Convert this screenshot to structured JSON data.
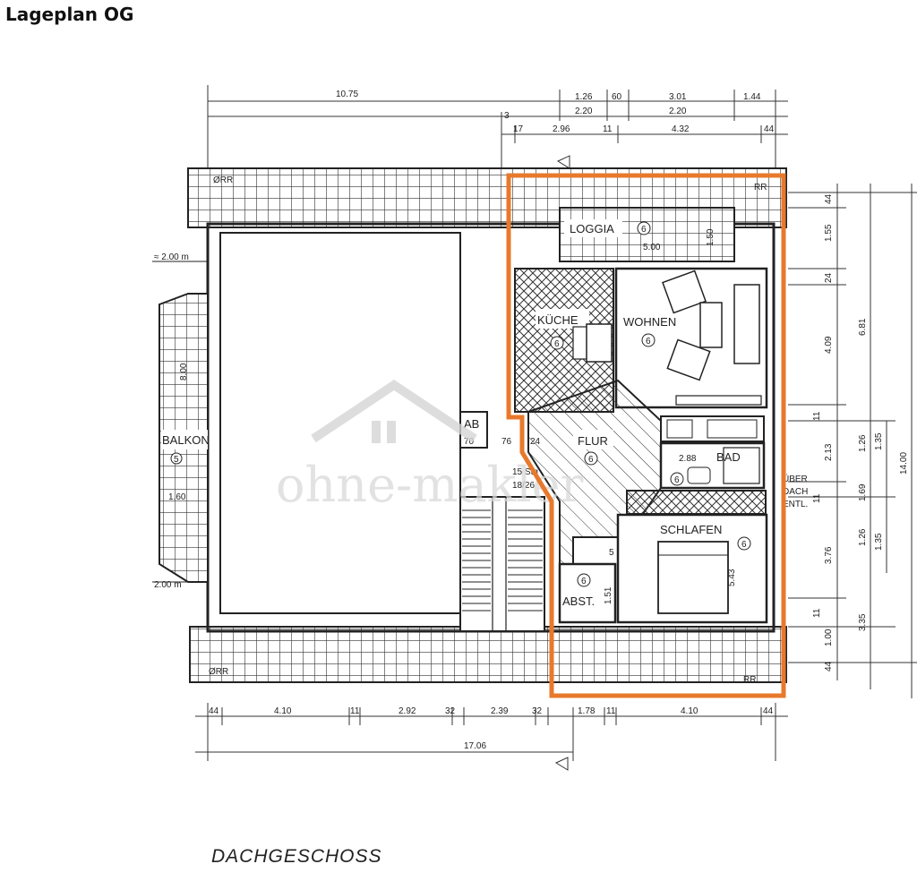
{
  "page": {
    "title": "Lageplan OG"
  },
  "plan": {
    "caption": "DACHGESCHOSS",
    "watermark": "ohne-makler",
    "rooms": [
      {
        "name": "LOGGIA",
        "marker": "6",
        "area": "5.00",
        "depth": "1.50"
      },
      {
        "name": "KÜCHE",
        "marker": "6"
      },
      {
        "name": "WOHNEN",
        "marker": "6"
      },
      {
        "name": "FLUR",
        "marker": "6"
      },
      {
        "name": "BAD",
        "marker": "6",
        "area": "2.88"
      },
      {
        "name": "SCHLAFEN",
        "marker": "6",
        "dim": "5.43"
      },
      {
        "name": "ABST.",
        "marker": "6"
      },
      {
        "name": "BALKON",
        "marker": "5",
        "dim1": "8.00",
        "dim2": "1.60"
      },
      {
        "name": "AB",
        "dim": "70"
      }
    ],
    "stairs": {
      "line1": "15 Stg",
      "line2": "18/26"
    },
    "notes": [
      "ÜBER",
      "DACH",
      "ENTL."
    ],
    "side_dims": {
      "top": "≈ 2.00 m",
      "bottom": "2.00 m"
    },
    "rr_labels": [
      "ØRR",
      "RR",
      "ØRR",
      "RR"
    ],
    "dims_top_row1": [
      "10.75",
      "1.26",
      "60",
      "3.01",
      "1.44"
    ],
    "dims_top_row2": [
      "2.20",
      "2.20"
    ],
    "dims_top_row3": [
      "3",
      "17",
      "2.96",
      "11",
      "4.32",
      "44"
    ],
    "dims_bottom_row1": [
      "44",
      "4.10",
      "11",
      "2.92",
      "32",
      "2.39",
      "32",
      "1.78",
      "11",
      "4.10",
      "44"
    ],
    "dims_bottom_total": "17.06",
    "dims_right_col1": [
      "44",
      "1.55",
      "24",
      "4.09",
      "11",
      "2.13",
      "11",
      "3.76",
      "11",
      "1.00",
      "44"
    ],
    "dims_right_col2": [
      "6.81",
      "1.26",
      "1.69",
      "1.26",
      "3.35"
    ],
    "dims_right_col3": [
      "1.35",
      "1.35"
    ],
    "dims_right_total": "14.00",
    "misc_dims": [
      "76",
      "24",
      "1.51",
      "5"
    ],
    "highlight_color": "#e8792b"
  }
}
